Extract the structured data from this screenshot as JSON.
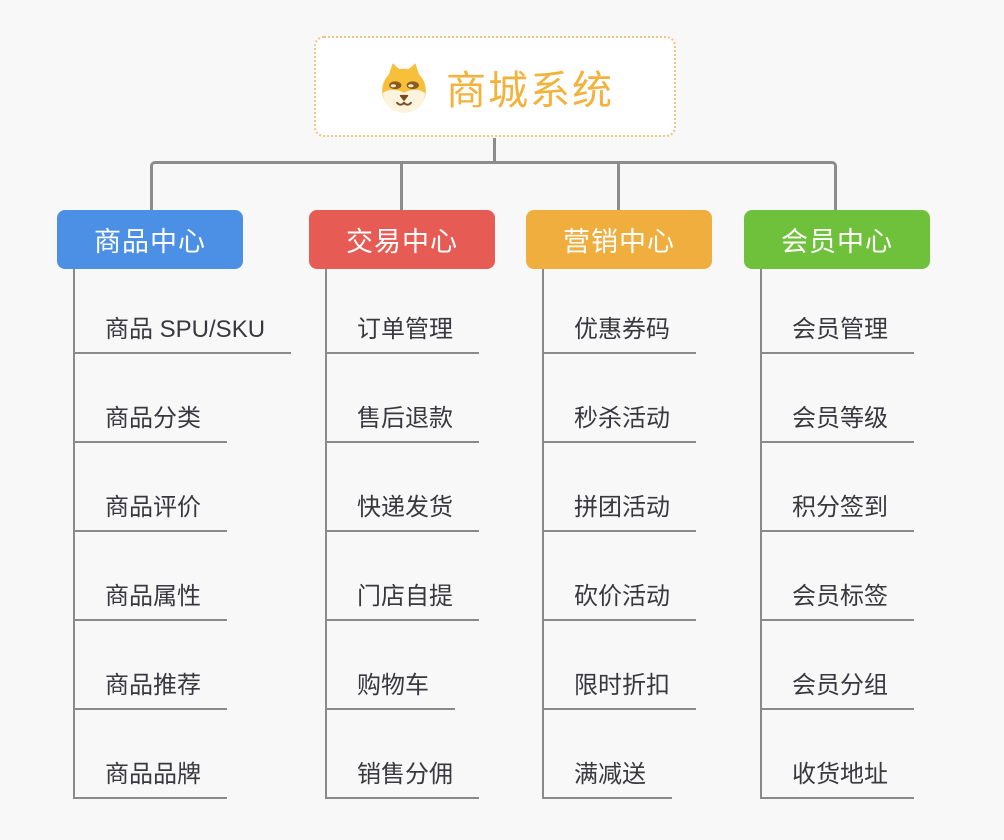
{
  "app": {
    "background": "#F8F8F8",
    "connector_color": "#8C8C8C",
    "underline_color": "#8A8A8A"
  },
  "root": {
    "label": "商城系统",
    "icon": "dog-icon",
    "text_color": "#F2B23C",
    "border_color": "#F0C47E"
  },
  "branches": [
    {
      "label": "商品中心",
      "color": "#4B90E5",
      "items": [
        "商品 SPU/SKU",
        "商品分类",
        "商品评价",
        "商品属性",
        "商品推荐",
        "商品品牌"
      ]
    },
    {
      "label": "交易中心",
      "color": "#E65C55",
      "items": [
        "订单管理",
        "售后退款",
        "快递发货",
        "门店自提",
        "购物车",
        "销售分佣"
      ]
    },
    {
      "label": "营销中心",
      "color": "#EFAE3E",
      "items": [
        "优惠券码",
        "秒杀活动",
        "拼团活动",
        "砍价活动",
        "限时折扣",
        "满减送"
      ]
    },
    {
      "label": "会员中心",
      "color": "#6FC13B",
      "items": [
        "会员管理",
        "会员等级",
        "积分签到",
        "会员标签",
        "会员分组",
        "收货地址"
      ]
    }
  ]
}
